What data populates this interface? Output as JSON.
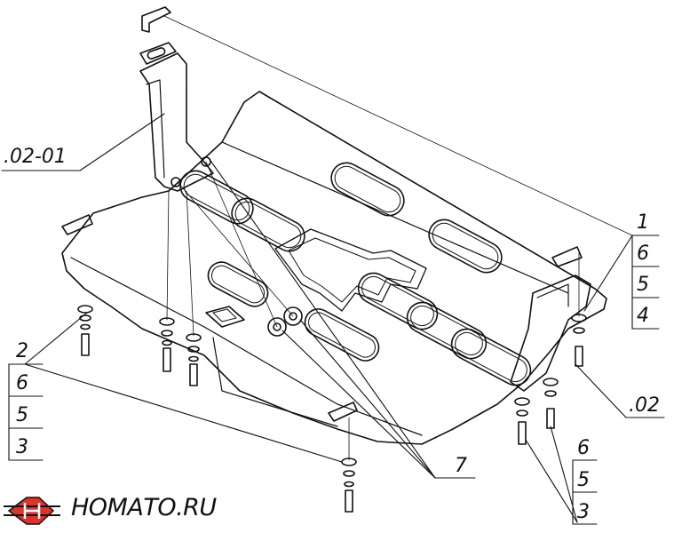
{
  "labels": {
    "part_02_01": ".02-01",
    "part_02": ".02",
    "right_stack": [
      "1",
      "6",
      "5",
      "4"
    ],
    "left_stack": [
      "2",
      "6",
      "5",
      "3"
    ],
    "bottom_stack": [
      "6",
      "5",
      "3"
    ],
    "part_7": "7"
  },
  "brand": {
    "name": "НОМАТО.RU",
    "logo_color": "#e0322a"
  },
  "colors": {
    "line": "#111111",
    "paper": "#ffffff"
  }
}
